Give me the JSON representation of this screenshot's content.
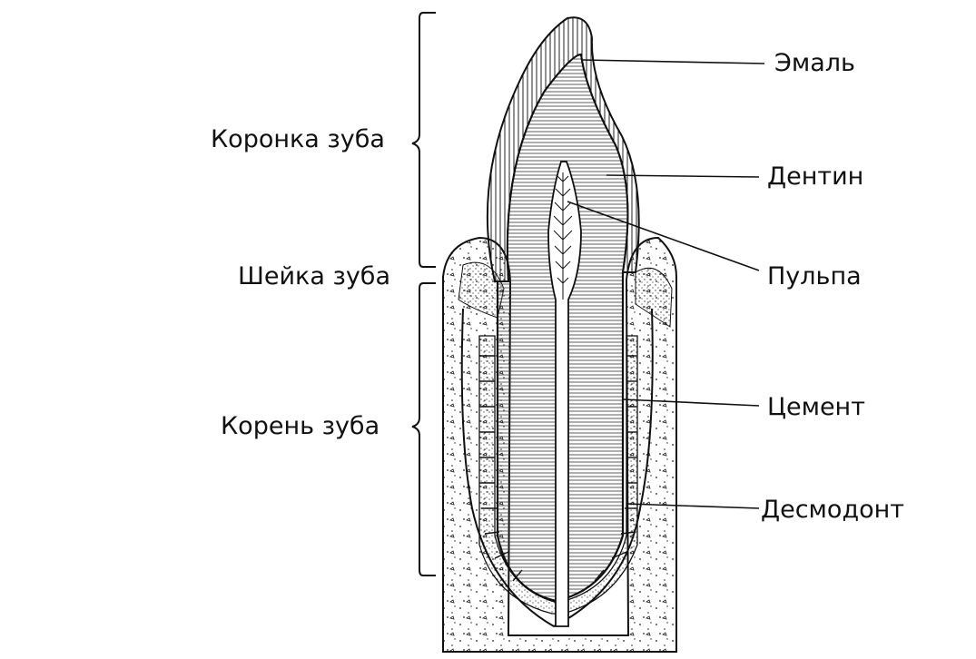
{
  "labels": {
    "left": {
      "crown": "Коронка зуба",
      "neck": "Шейка зуба",
      "root": "Корень зуба"
    },
    "right": {
      "enamel": "Эмаль",
      "dentin": "Дентин",
      "pulp": "Пульпа",
      "cement": "Цемент",
      "desmodont": "Десмодонт"
    }
  },
  "colors": {
    "ink": "#111111",
    "background": "#ffffff"
  }
}
